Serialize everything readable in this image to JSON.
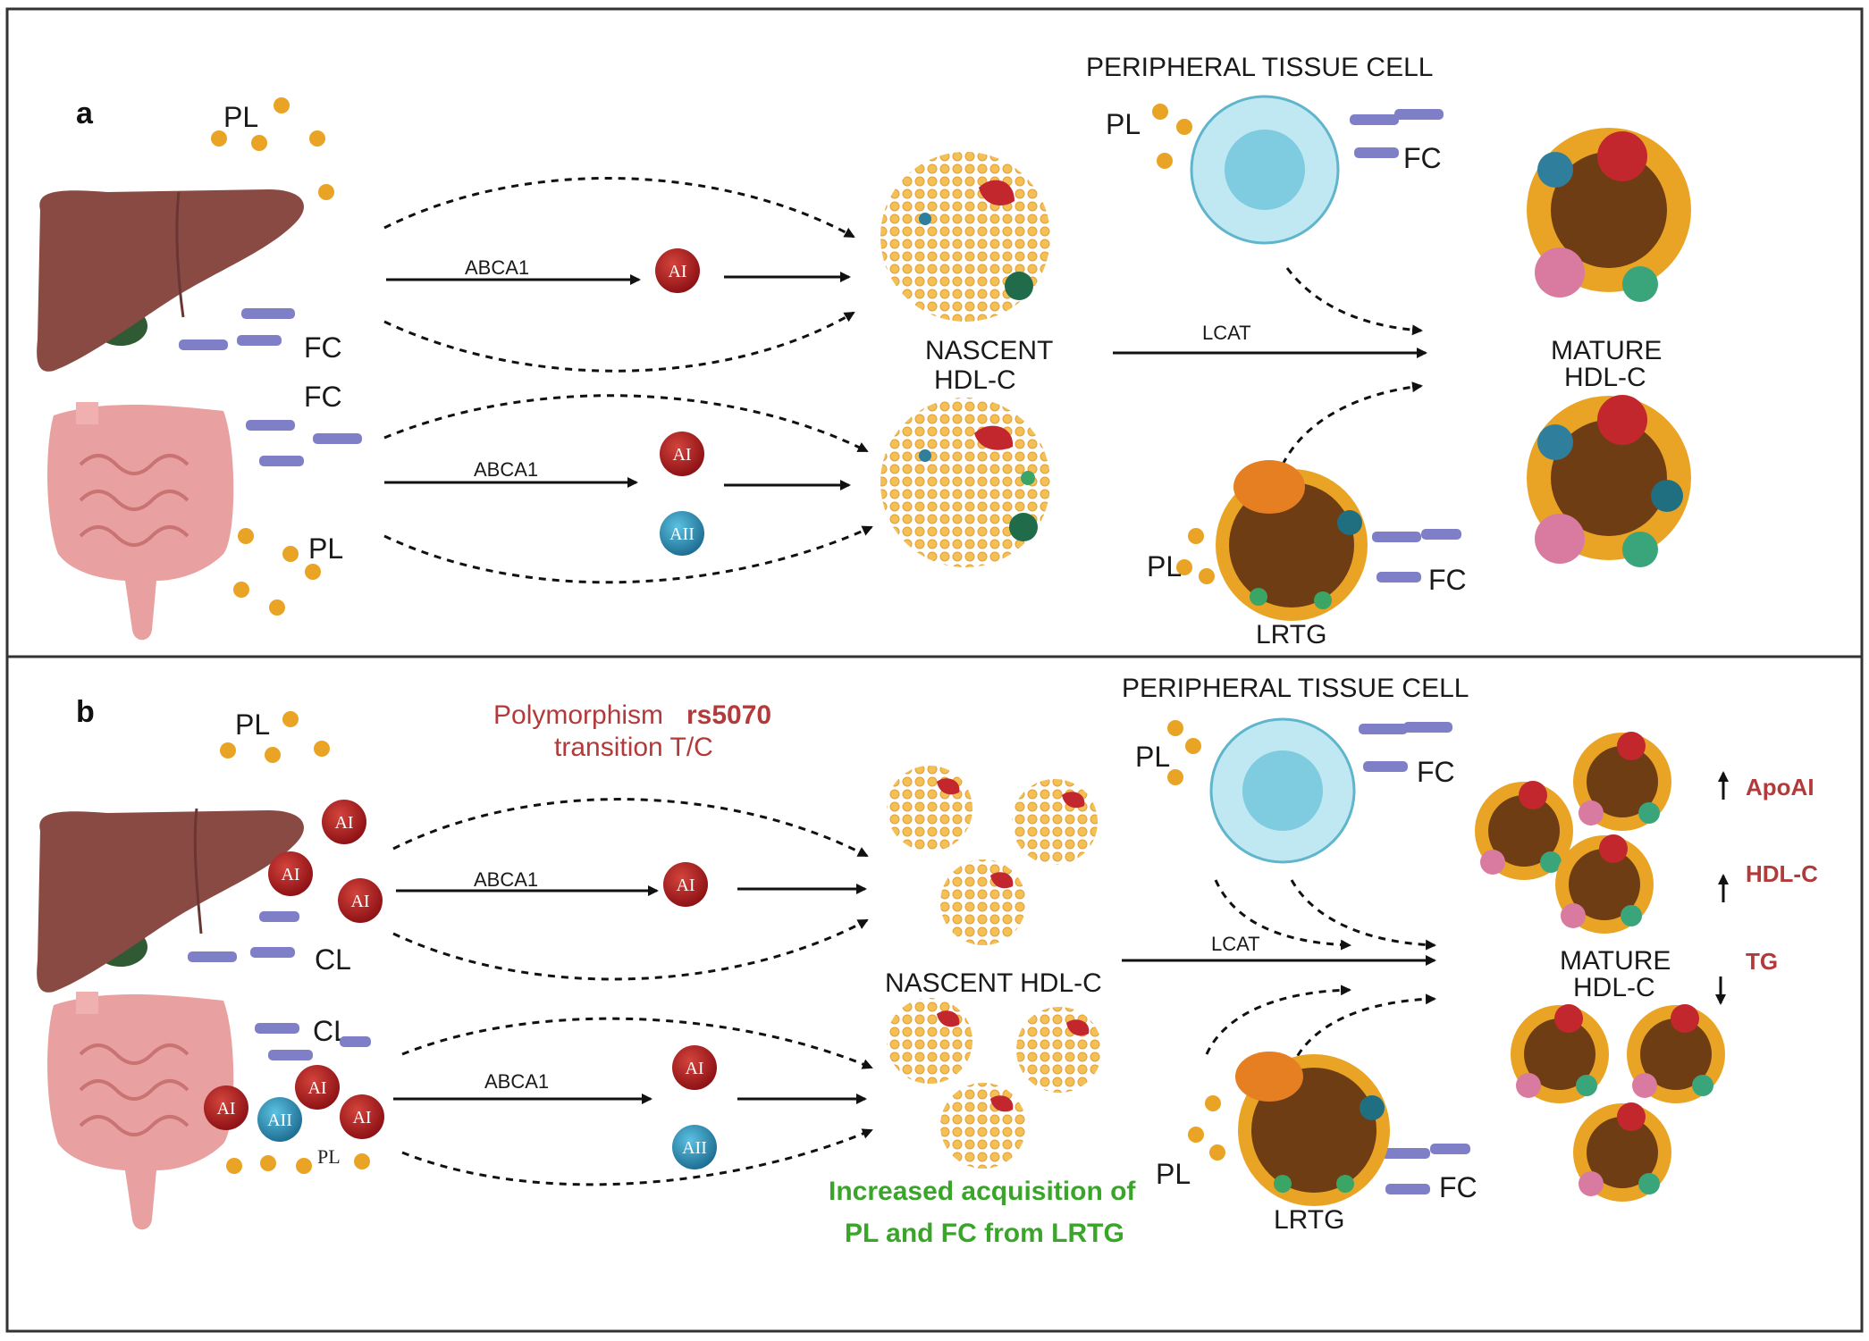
{
  "panels": {
    "a": {
      "label": "a",
      "peripheral_cell": "PERIPHERAL TISSUE CELL",
      "pl_liver": "PL",
      "fc_liver": "FC",
      "fc_intestine": "FC",
      "pl_intestine": "PL",
      "abca1_top": "ABCA1",
      "abca1_bottom": "ABCA1",
      "apo_ai_top": "AI",
      "apo_ai_bottom": "AI",
      "apo_aii_bottom": "AII",
      "nascent_line1": "NASCENT",
      "nascent_line2": "HDL-C",
      "lcat": "LCAT",
      "pl_cell": "PL",
      "fc_cell": "FC",
      "mature_line1": "MATURE",
      "mature_line2": "HDL-C",
      "pl_lrtg": "PL",
      "fc_lrtg": "FC",
      "lrtg": "LRTG"
    },
    "b": {
      "label": "b",
      "polymorphism_prefix": "Polymorphism",
      "polymorphism_id": "rs5070",
      "transition": "transition T/C",
      "peripheral_cell": "PERIPHERAL TISSUE CELL",
      "pl_liver": "PL",
      "cl_liver": "CL",
      "cl_intestine": "CL",
      "pl_intestine": "PL",
      "abca1_top": "ABCA1",
      "abca1_bottom": "ABCA1",
      "apo_ai": "AI",
      "apo_aii": "AII",
      "nascent": "NASCENT HDL-C",
      "lcat": "LCAT",
      "pl_cell": "PL",
      "fc_cell": "FC",
      "mature_line1": "MATURE",
      "mature_line2": "HDL-C",
      "pl_lrtg": "PL",
      "fc_lrtg": "FC",
      "lrtg": "LRTG",
      "increased_line1": "Increased acquisition of",
      "increased_line2": "PL and FC from LRTG",
      "effect_apoai": "ApoAI",
      "effect_hdlc": "HDL-C",
      "effect_tg": "TG"
    }
  },
  "colors": {
    "liver": "#8a4a44",
    "intestine": "#e8a0a0",
    "apo_ai": "#a8191c",
    "apo_aii": "#2a8fb8",
    "hdl_particle": "#f2b441",
    "cell": "#bfe8f2",
    "annotation_red": "#b23a3a",
    "annotation_green": "#3aa52a"
  }
}
